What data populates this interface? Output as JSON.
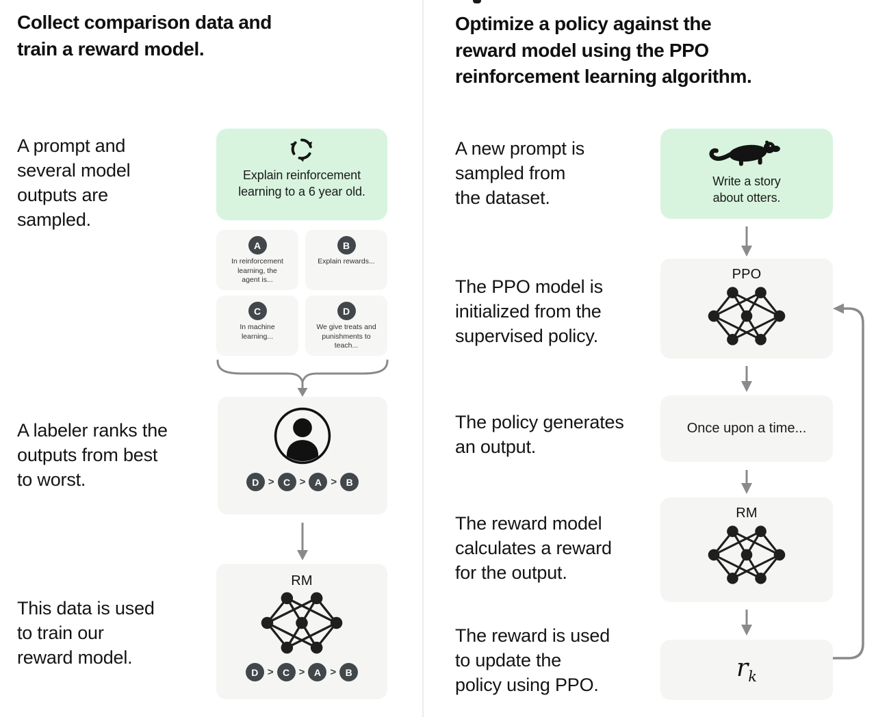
{
  "left": {
    "heading": "Collect comparison data and\ntrain a reward model.",
    "step1": "A prompt and\nseveral model\noutputs are\nsampled.",
    "step2": "A labeler ranks the\noutputs from best\nto worst.",
    "step3": "This data is used\nto train our\nreward model.",
    "prompt_card": {
      "icon": "cycle-arrows-icon",
      "text": "Explain reinforcement\nlearning to a 6 year old."
    },
    "outputs": {
      "a": {
        "label": "A",
        "text": "In reinforcement\nlearning, the\nagent is..."
      },
      "b": {
        "label": "B",
        "text": "Explain rewards..."
      },
      "c": {
        "label": "C",
        "text": "In machine\nlearning..."
      },
      "d": {
        "label": "D",
        "text": "We give treats and\npunishments to\nteach..."
      }
    },
    "ranking": {
      "r1": "D",
      "r2": "C",
      "r3": "A",
      "r4": "B",
      "sep": ">"
    },
    "rm_label": "RM"
  },
  "right": {
    "heading": "Optimize a policy against the\nreward model using the PPO\nreinforcement learning algorithm.",
    "step1": "A new prompt is\nsampled from\nthe dataset.",
    "step2": "The PPO model is\ninitialized from the\nsupervised policy.",
    "step3": "The policy generates\nan output.",
    "step4": "The reward model\ncalculates a reward\nfor the output.",
    "step5": "The reward is used\nto update the\npolicy using PPO.",
    "prompt_card": {
      "icon": "otter-icon",
      "text": "Write a story\nabout otters."
    },
    "ppo_label": "PPO",
    "output_card": {
      "text": "Once upon a time..."
    },
    "rm_label": "RM",
    "reward": {
      "base": "r",
      "sub": "k"
    }
  },
  "icons": {
    "prompt_cycle": "cycle-arrows-icon",
    "prompt_otter": "otter-icon",
    "labeler": "person-icon",
    "model": "neural-network-icon",
    "connectors": "gray-arrow"
  },
  "colors": {
    "green_card": "#d8f4de",
    "gray_card": "#f5f5f3",
    "output_card": "#f6f6f4",
    "badge": "#42474b",
    "arrow": "#8a8a8a",
    "divider": "#ececea",
    "heading_text": "#101010",
    "body_text": "#141414"
  }
}
